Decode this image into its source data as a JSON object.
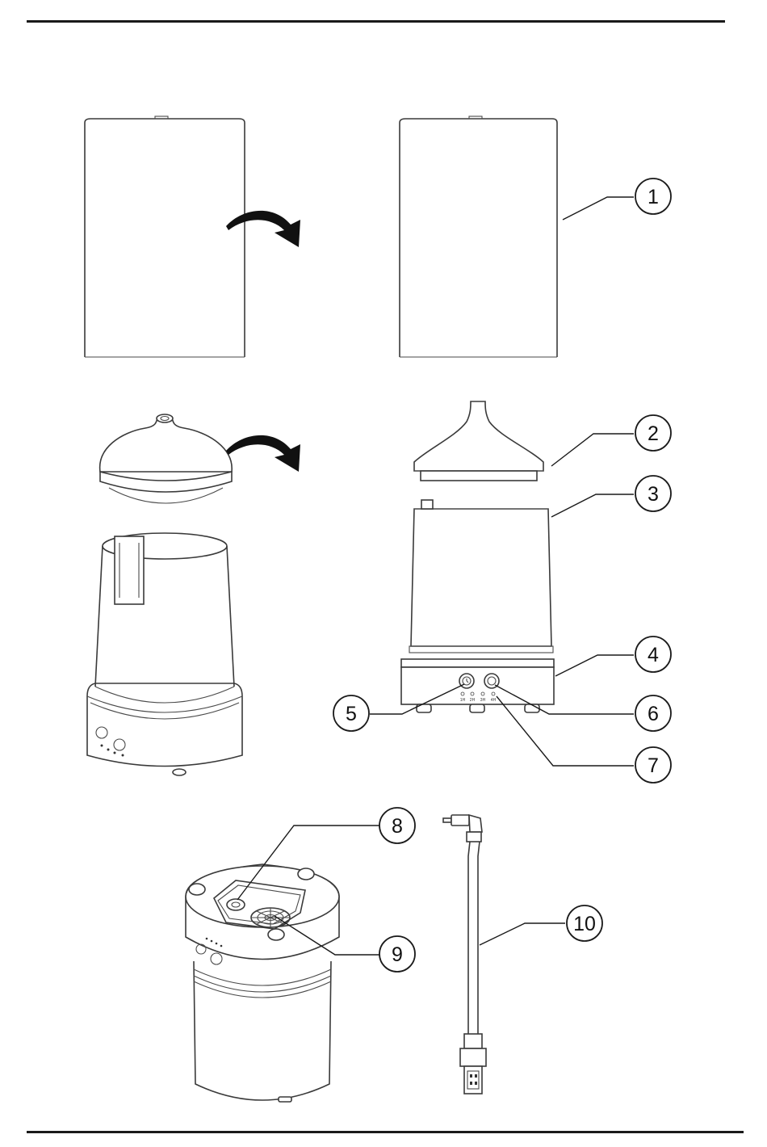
{
  "callouts": [
    {
      "id": "1",
      "label": "1"
    },
    {
      "id": "2",
      "label": "2"
    },
    {
      "id": "3",
      "label": "3"
    },
    {
      "id": "4",
      "label": "4"
    },
    {
      "id": "5",
      "label": "5"
    },
    {
      "id": "6",
      "label": "6"
    },
    {
      "id": "7",
      "label": "7"
    },
    {
      "id": "8",
      "label": "8"
    },
    {
      "id": "9",
      "label": "9"
    },
    {
      "id": "10",
      "label": "10"
    }
  ],
  "timer_labels": [
    "1H",
    "2H",
    "3H",
    "4H"
  ],
  "colors": {
    "line": "#3a3a3a",
    "arrow": "#111111",
    "rule": "#1a1a1a"
  }
}
